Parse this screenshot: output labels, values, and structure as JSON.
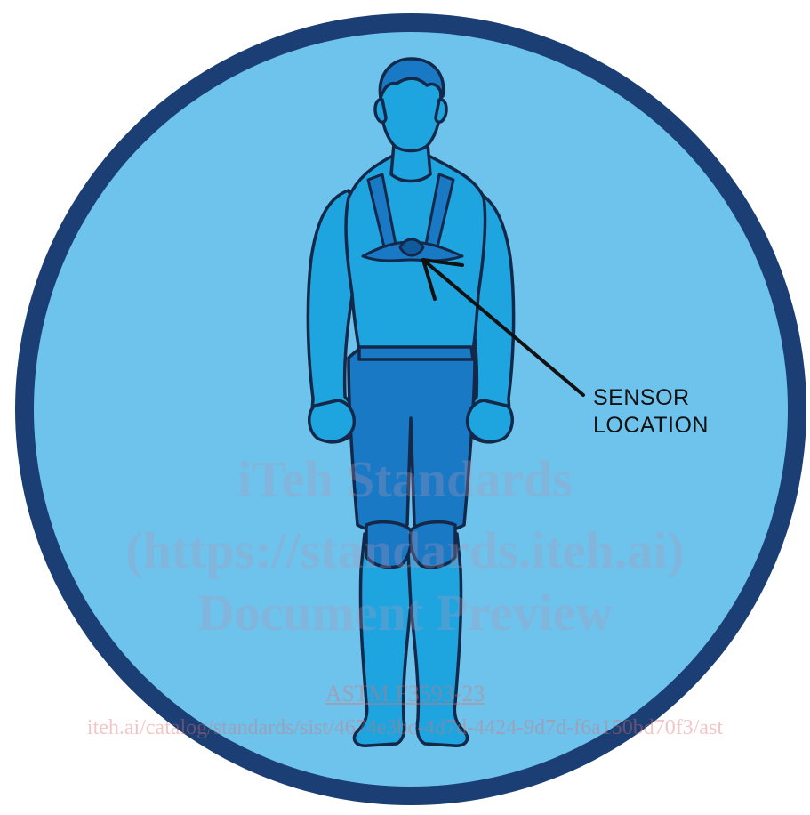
{
  "figure": {
    "callout_line1": "SENSOR",
    "callout_line2": "LOCATION"
  },
  "watermark": {
    "line1": "iTeh Standards",
    "line2": "(https://standards.iteh.ai)",
    "line3": "Document Preview",
    "line4": "ASTM F3593-23",
    "line5": "iteh.ai/catalog/standards/sist/4674e3bc-4d7d-4424-9d7d-f6a150bd70f3/ast"
  },
  "colors": {
    "ring": "#1b3e74",
    "disc": "#6dc3ec",
    "skin": "#1ea5e0",
    "shorts": "#1a79c4",
    "hair": "#1a79c4",
    "outline": "#14284a"
  }
}
